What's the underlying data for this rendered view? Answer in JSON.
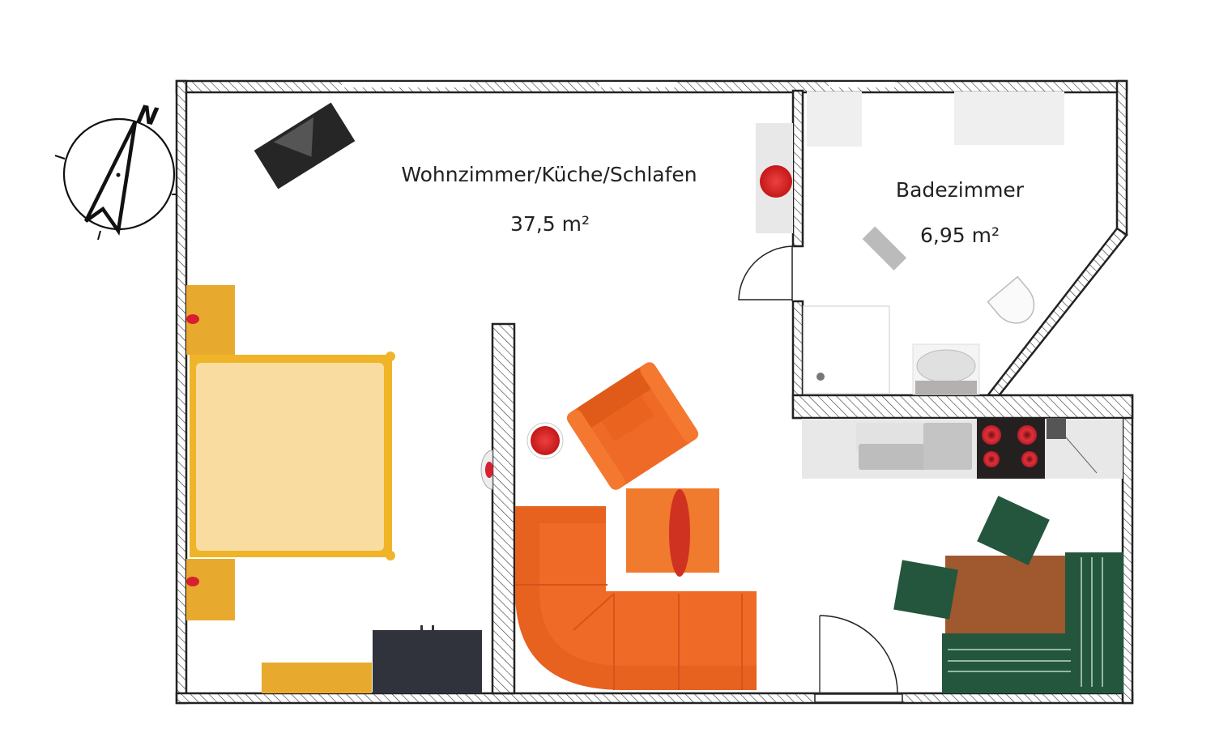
{
  "plan": {
    "rooms": [
      {
        "name": "Wohnzimmer/Küche/Schlafen",
        "area": "37,5 m²"
      },
      {
        "name": "Badezimmer",
        "area": "6,95 m²"
      }
    ],
    "compass": {
      "label": "N"
    },
    "furniture": [
      "tv",
      "bed",
      "nightstand-left-top",
      "nightstand-left-bottom",
      "dresser",
      "cabinet-dark",
      "armchair",
      "side-table-round",
      "corner-sofa",
      "coffee-table",
      "floor-lamp",
      "kitchen-counter",
      "sink",
      "cooktop",
      "dining-table",
      "dining-chair-left",
      "dining-chair-top",
      "corner-bench",
      "bath-cabinet",
      "bath-shelf",
      "bathtub-shower",
      "washbasin",
      "toilet",
      "bath-mat"
    ],
    "colors": {
      "wall": "#222222",
      "bed": "#f8dca0",
      "bed_frame": "#f0b428",
      "nightstand": "#e8aa2e",
      "sofa": "#ef6a26",
      "coffee_table": "#f07a2e",
      "dark_cabinet": "#30323c",
      "dining_table": "#a0582e",
      "bench": "#24563e",
      "kitchen": "#e8e8e8",
      "cooktop": "#252020",
      "burner": "#d8283a"
    }
  }
}
